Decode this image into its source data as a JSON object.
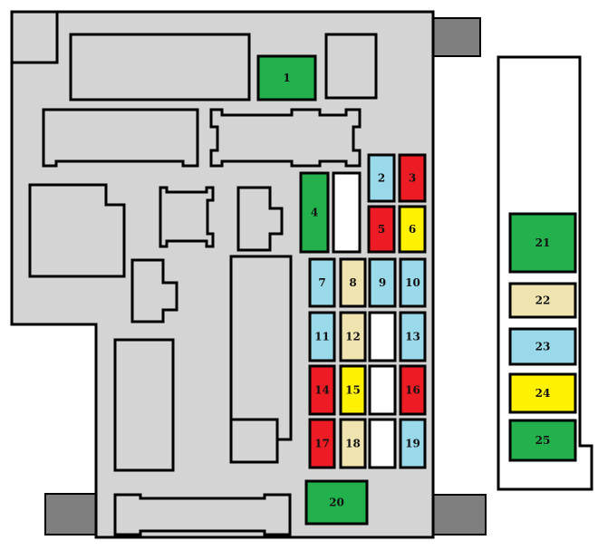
{
  "colors": {
    "housing": "#d4d4d4",
    "mount_tab": "#7f7f7f",
    "green": "#22b14c",
    "red": "#ed1c24",
    "yellow": "#fff200",
    "blue": "#99d9ea",
    "beige": "#efe4b0",
    "white": "#ffffff"
  },
  "fuses": [
    {
      "label": "1",
      "color": "#22b14c"
    },
    {
      "label": "2",
      "color": "#99d9ea"
    },
    {
      "label": "3",
      "color": "#ed1c24"
    },
    {
      "label": "4",
      "color": "#22b14c"
    },
    {
      "label": "5",
      "color": "#ed1c24"
    },
    {
      "label": "6",
      "color": "#fff200"
    },
    {
      "label": "7",
      "color": "#99d9ea"
    },
    {
      "label": "8",
      "color": "#efe4b0"
    },
    {
      "label": "9",
      "color": "#99d9ea"
    },
    {
      "label": "10",
      "color": "#99d9ea"
    },
    {
      "label": "11",
      "color": "#99d9ea"
    },
    {
      "label": "12",
      "color": "#efe4b0"
    },
    {
      "label": "13",
      "color": "#99d9ea"
    },
    {
      "label": "14",
      "color": "#ed1c24"
    },
    {
      "label": "15",
      "color": "#fff200"
    },
    {
      "label": "16",
      "color": "#ed1c24"
    },
    {
      "label": "17",
      "color": "#ed1c24"
    },
    {
      "label": "18",
      "color": "#efe4b0"
    },
    {
      "label": "19",
      "color": "#99d9ea"
    },
    {
      "label": "20",
      "color": "#22b14c"
    },
    {
      "label": "21",
      "color": "#22b14c"
    },
    {
      "label": "22",
      "color": "#efe4b0"
    },
    {
      "label": "23",
      "color": "#99d9ea"
    },
    {
      "label": "24",
      "color": "#fff200"
    },
    {
      "label": "25",
      "color": "#22b14c"
    }
  ]
}
